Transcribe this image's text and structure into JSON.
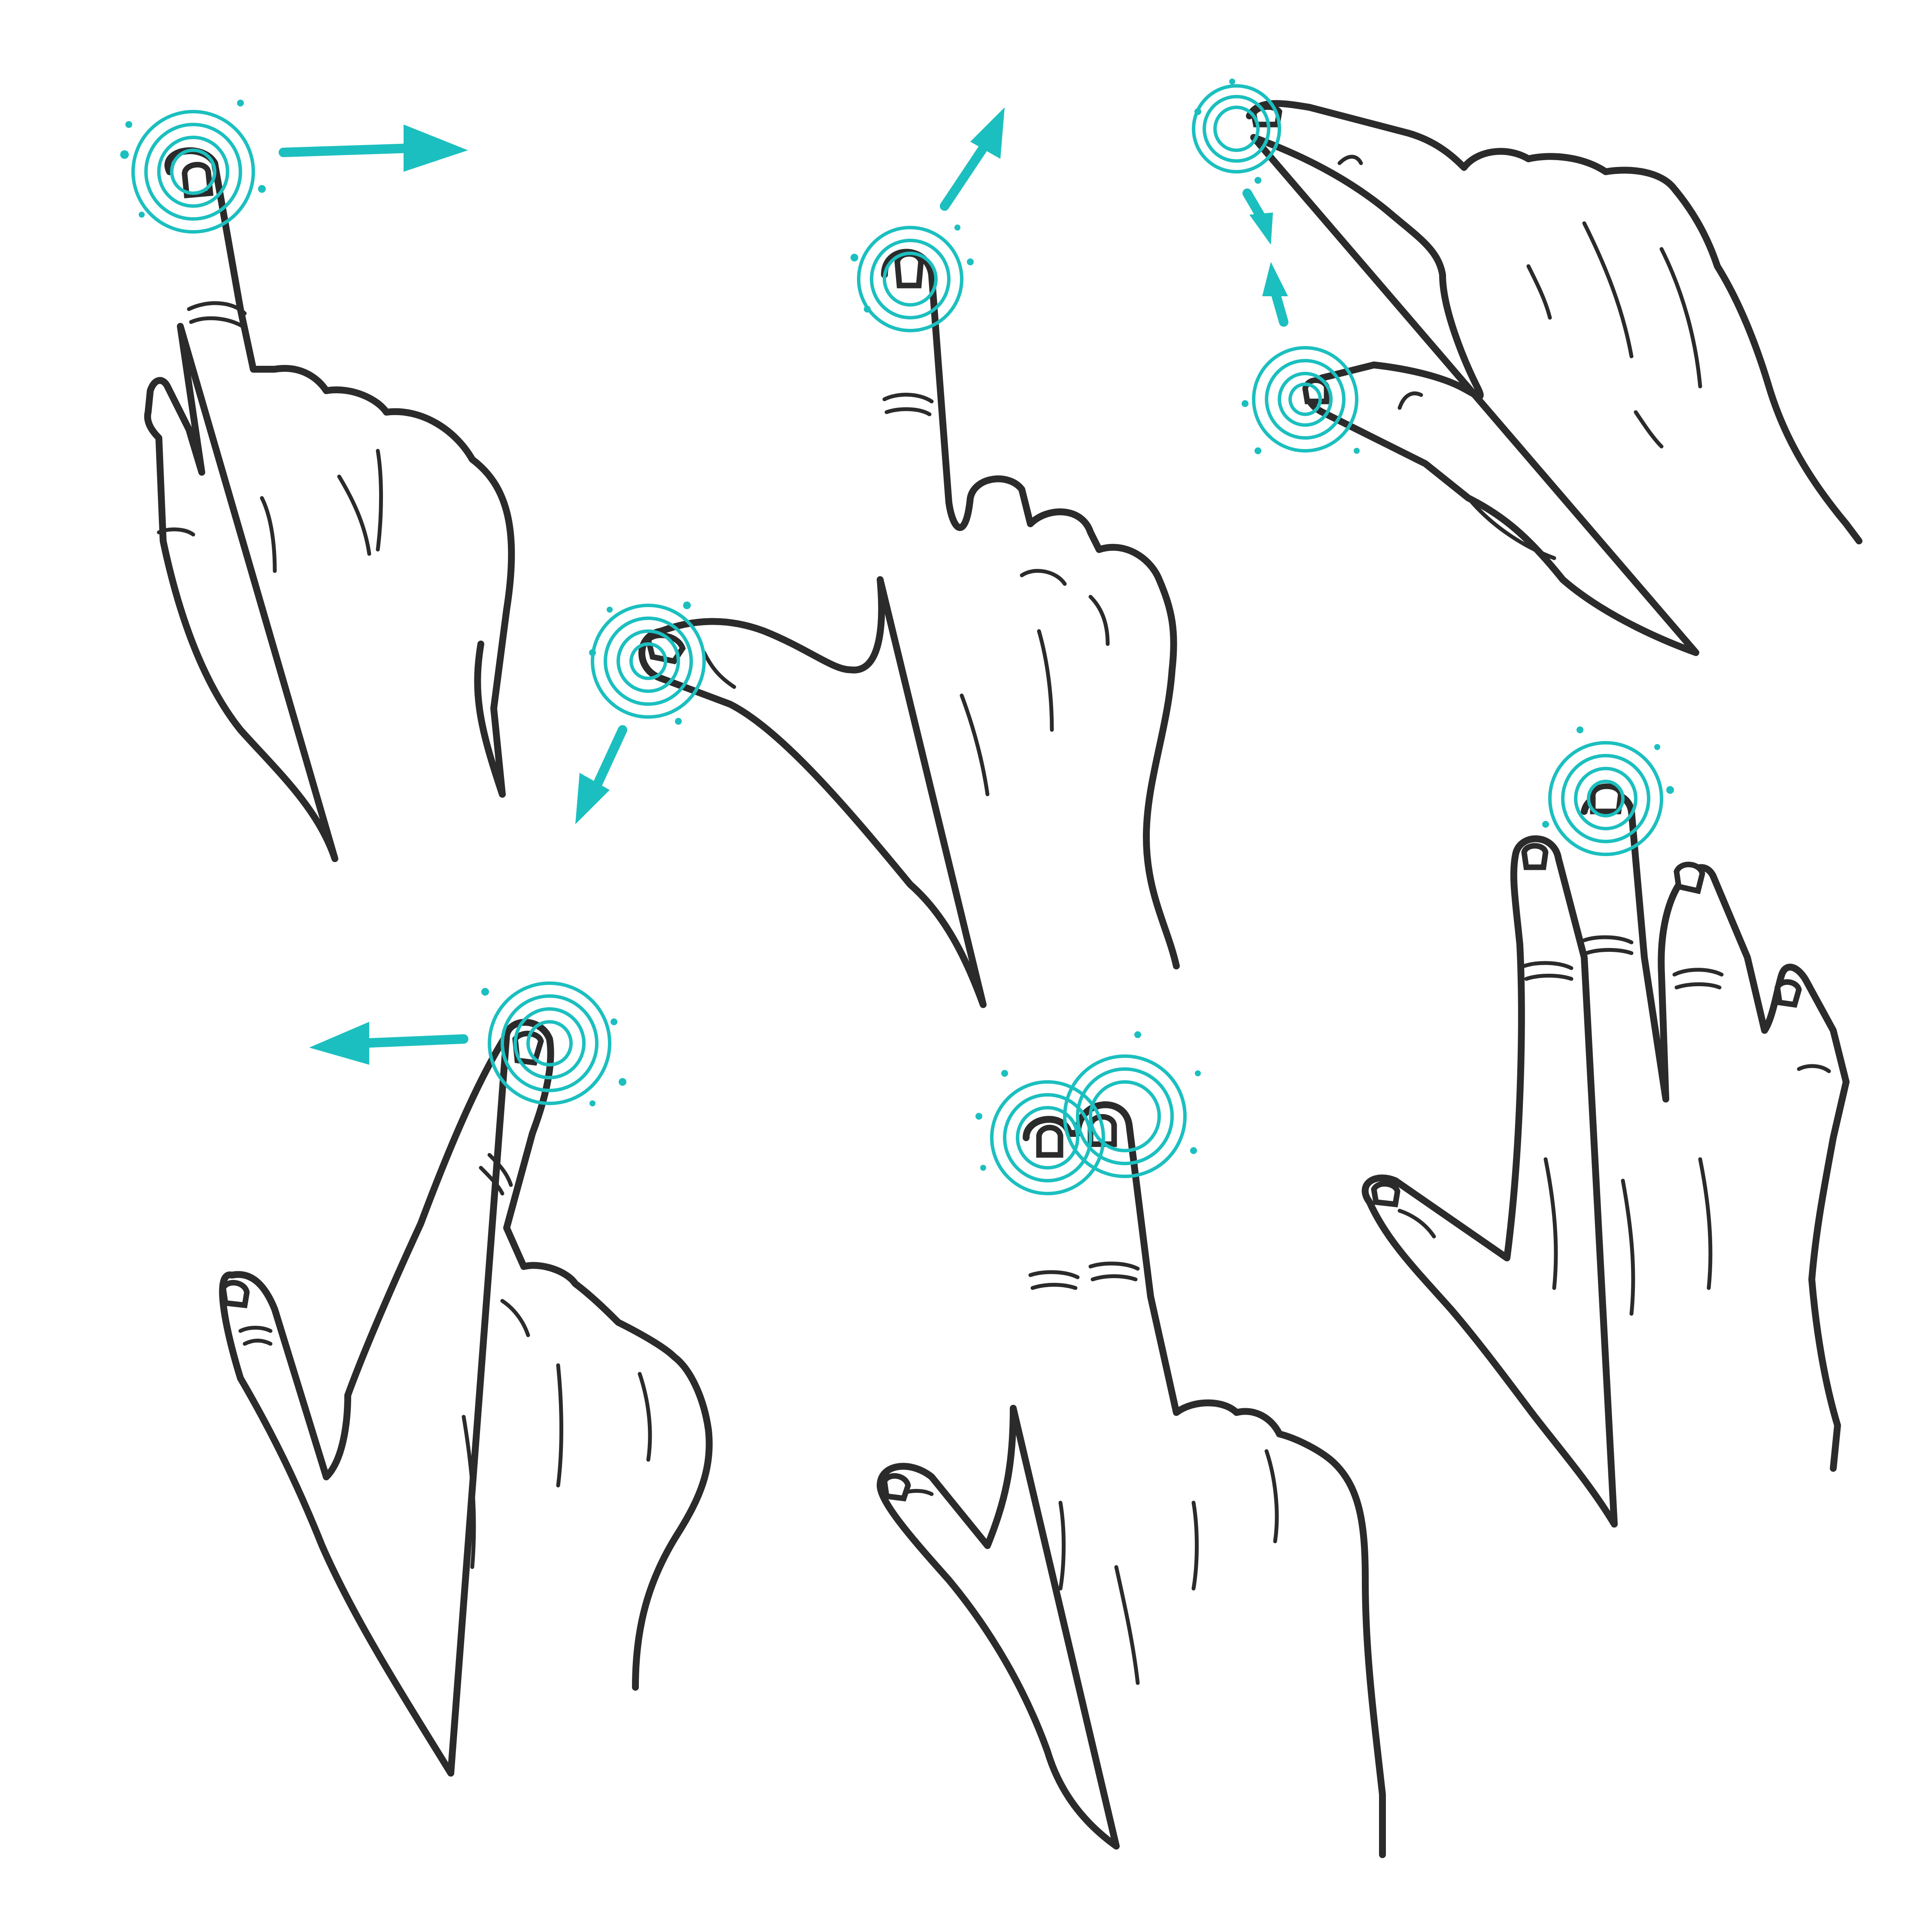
{
  "accent_color": "#1cbfbf",
  "ink_color": "#2b2b2b",
  "background_color": "#ffffff",
  "gestures": [
    {
      "id": "swipe-right",
      "fingers": 1,
      "direction": "right",
      "icon": "one-finger-swipe-right"
    },
    {
      "id": "rotate",
      "fingers": 2,
      "direction": "diagonal-out",
      "icon": "two-finger-rotate"
    },
    {
      "id": "pinch",
      "fingers": 2,
      "direction": "together",
      "icon": "pinch"
    },
    {
      "id": "swipe-left",
      "fingers": 1,
      "direction": "left",
      "icon": "one-finger-swipe-left"
    },
    {
      "id": "two-finger-tap",
      "fingers": 2,
      "direction": "none",
      "icon": "two-finger-tap"
    },
    {
      "id": "tap",
      "fingers": 1,
      "direction": "none",
      "icon": "one-finger-tap"
    }
  ]
}
